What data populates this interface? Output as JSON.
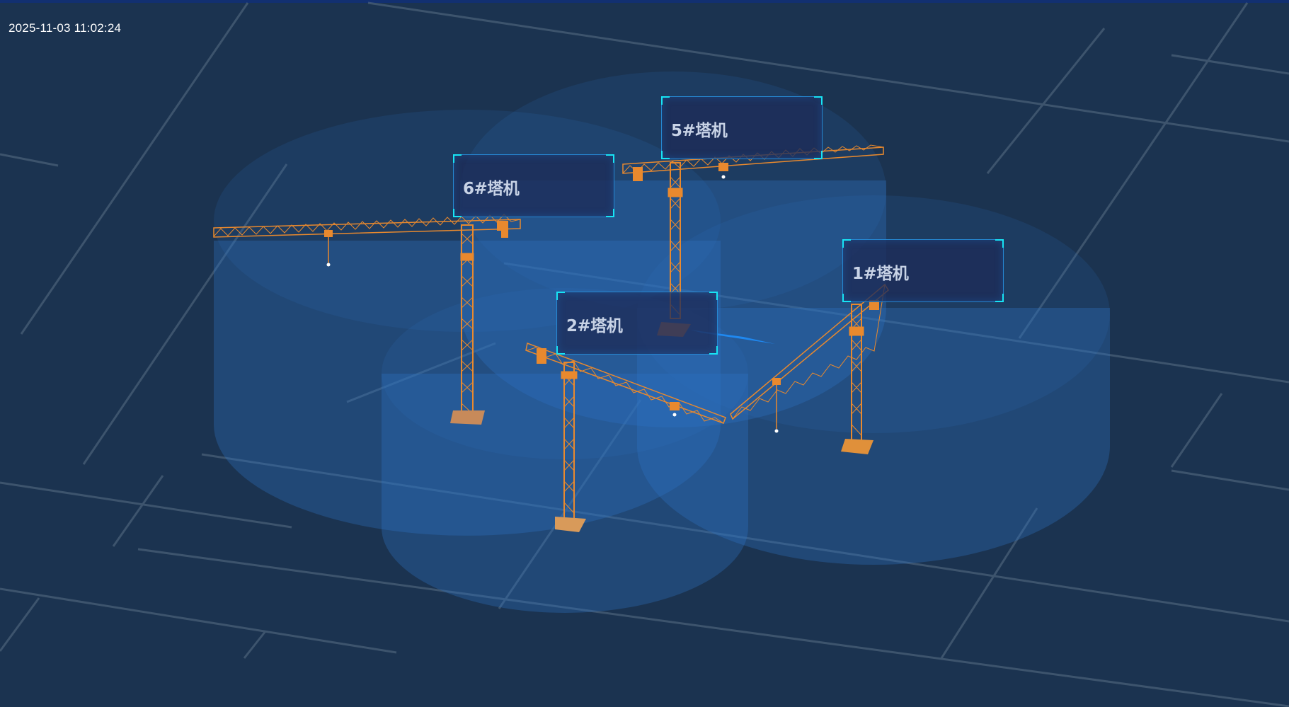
{
  "header": {
    "timestamp": "2025-11-03 11:02:24"
  },
  "colors": {
    "background": "#1b3350",
    "zone_fill": "#2f72c4",
    "crane": "#e8892e",
    "label_border": "#17e4f5",
    "label_bg": "#1d2c58"
  },
  "cranes": [
    {
      "id": "crane-6",
      "label": "6#塔机"
    },
    {
      "id": "crane-5",
      "label": "5#塔机"
    },
    {
      "id": "crane-2",
      "label": "2#塔机"
    },
    {
      "id": "crane-1",
      "label": "1#塔机"
    }
  ]
}
